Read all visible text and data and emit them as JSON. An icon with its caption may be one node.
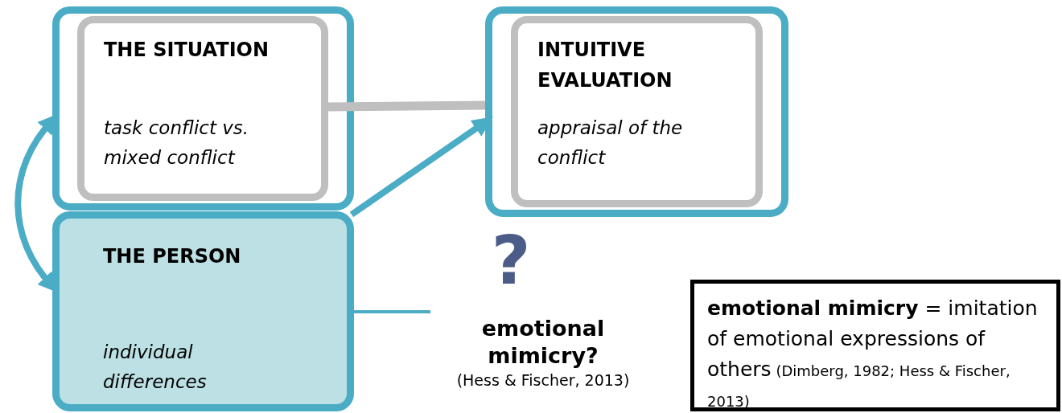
{
  "diagram": {
    "nodes": [
      {
        "text": [],
        "shape": "box"
      },
      {
        "text": [
          "THE SITUATION",
          "task conflict vs. mixed conflict"
        ],
        "in": 0
      },
      {
        "text": [],
        "shape": "box"
      },
      {
        "text": [
          "INTUITIVE EVALUATION",
          "appraisal of the conflict"
        ],
        "in": 2
      },
      {
        "text": [
          "THE PERSON",
          "individual differences"
        ]
      },
      {
        "text": [
          "?",
          "emotional mimicry?",
          "(Hess & Fischer, 2013)"
        ]
      },
      {
        "text": [
          "**emotional mimicry** = imitation of emotional expressions of others",
          "(Dimberg, 1982; Hess & Fischer, 2013)"
        ]
      }
    ],
    "edges": [
      {
        "from": 1,
        "to": 2,
        "arrow": "none",
        "color": "#bfbfbf"
      },
      {
        "from": 4,
        "to": 2,
        "arrow": "to"
      },
      {
        "from": 4,
        "to": 0,
        "arrow": "both"
      },
      {
        "from": 4,
        "to": 5,
        "arrow": "none"
      }
    ]
  }
}
